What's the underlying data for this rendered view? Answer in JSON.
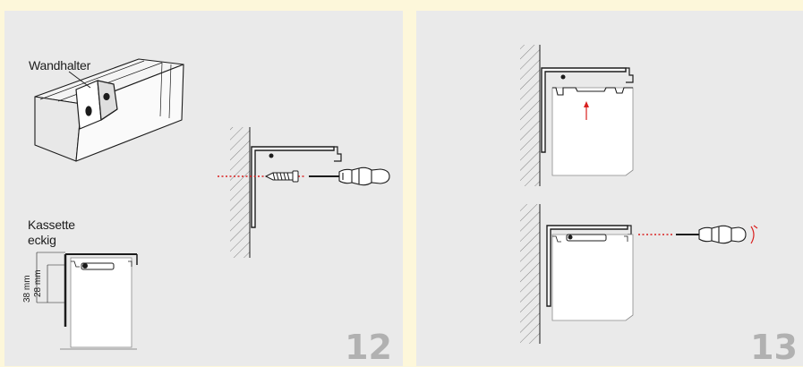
{
  "panels": [
    {
      "id": "12",
      "number": "12",
      "labels": {
        "bracket": "Wandhalter",
        "cassette_line1": "Kassette",
        "cassette_line2": "eckig",
        "dim_outer": "38 mm",
        "dim_inner": "28 mm"
      }
    },
    {
      "id": "13",
      "number": "13"
    }
  ],
  "colors": {
    "page_background": "#fdf7da",
    "panel_background": "#eaeaea",
    "step_number": "#b1b1b1",
    "line": "#1c1c1c",
    "accent_red": "#d9201f"
  }
}
